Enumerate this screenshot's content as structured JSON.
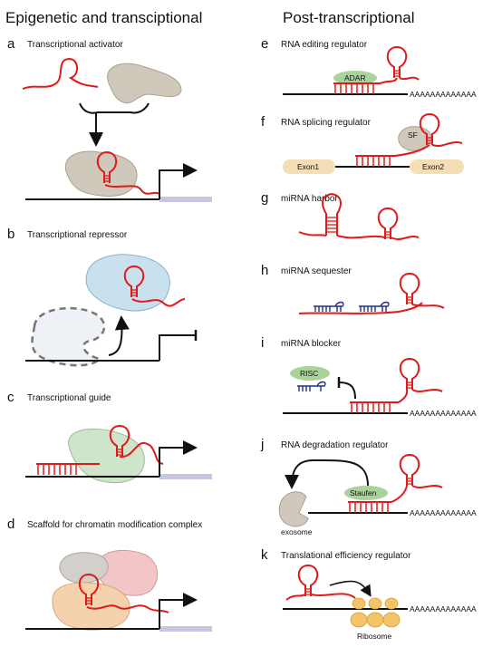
{
  "headings": {
    "left": "Epigenetic and transciptional",
    "right": "Post-transcriptional"
  },
  "panels": {
    "a": {
      "letter": "a",
      "title": "Transcriptional activator"
    },
    "b": {
      "letter": "b",
      "title": "Transcriptional repressor"
    },
    "c": {
      "letter": "c",
      "title": "Transcriptional guide"
    },
    "d": {
      "letter": "d",
      "title": "Scaffold for chromatin modification complex"
    },
    "e": {
      "letter": "e",
      "title": "RNA editing regulator",
      "protein": "ADAR",
      "polyA": "AAAAAAAAAAAAA"
    },
    "f": {
      "letter": "f",
      "title": "RNA splicing regulator",
      "factor": "SF",
      "exon1": "Exon1",
      "exon2": "Exon2"
    },
    "g": {
      "letter": "g",
      "title": "miRNA harbor"
    },
    "h": {
      "letter": "h",
      "title": "miRNA sequester"
    },
    "i": {
      "letter": "i",
      "title": "miRNA blocker",
      "complex": "RISC",
      "polyA": "AAAAAAAAAAAAA"
    },
    "j": {
      "letter": "j",
      "title": "RNA degradation regulator",
      "protein": "Staufen",
      "exosome": "exosome",
      "polyA": "AAAAAAAAAAAAA"
    },
    "k": {
      "letter": "k",
      "title": "Translational efficiency regulator",
      "ribosome": "Ribosome",
      "polyA": "AAAAAAAAAAAAA"
    }
  },
  "colors": {
    "rna": "#e01a1a",
    "mirna": "#1f2f8a",
    "promoter": "#c9c6e2",
    "exon": "#f5ddb5",
    "green_protein": "#a9d39a",
    "grey_protein": "#cfc8bb"
  }
}
